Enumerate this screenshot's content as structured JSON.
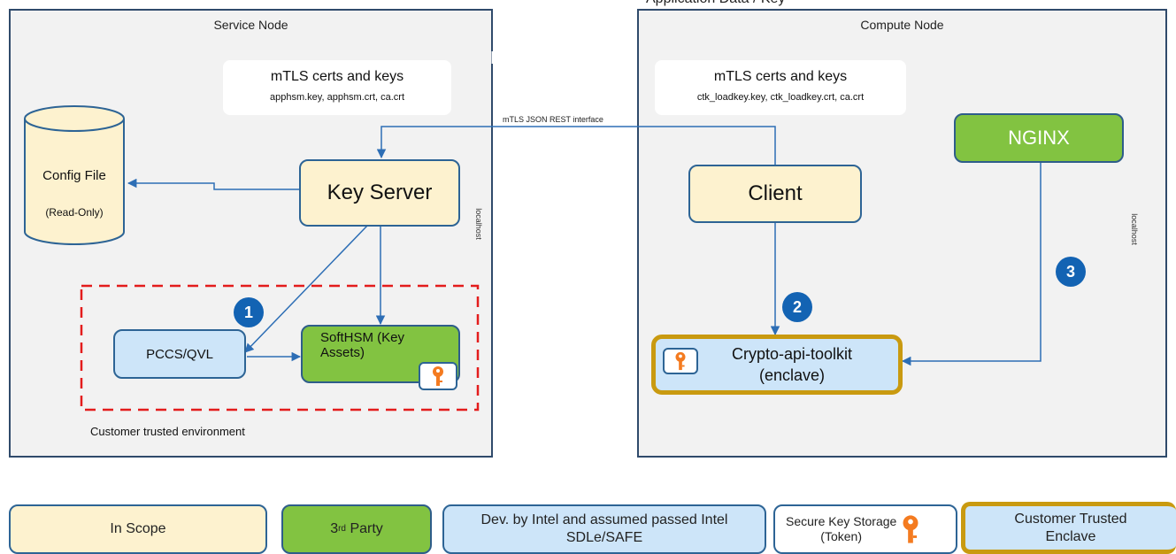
{
  "header": {
    "partial_text": "Application Data / Key"
  },
  "service_node": {
    "title": "Service Node",
    "mtls": {
      "title": "mTLS certs and keys",
      "files": "apphsm.key, apphsm.crt, ca.crt"
    },
    "config_file": {
      "label": "Config File",
      "sub": "(Read-Only)"
    },
    "key_server": "Key Server",
    "localhost": "localhost",
    "pccs": "PCCS/QVL",
    "softhsm": "SoftHSM (Key Assets)",
    "badge": "1",
    "trusted_env": "Customer trusted environment"
  },
  "interface_label": "mTLS JSON REST interface",
  "compute_node": {
    "title": "Compute Node",
    "mtls": {
      "title": "mTLS certs and keys",
      "files": "ctk_loadkey.key, ctk_loadkey.crt, ca.crt"
    },
    "nginx": "NGINX",
    "client": "Client",
    "localhost": "localhost",
    "badge2": "2",
    "badge3": "3",
    "toolkit_line1": "Crypto-api-toolkit",
    "toolkit_line2": "(enclave)"
  },
  "legend": {
    "in_scope": "In Scope",
    "third_party_main": "3",
    "third_party_sup": "rd",
    "third_party_rest": " Party",
    "intel_line1": "Dev. by Intel and assumed passed Intel",
    "intel_line2": "SDLe/SAFE",
    "secure_line1": "Secure Key Storage",
    "secure_line2": "(Token)",
    "enclave_line1": "Customer Trusted",
    "enclave_line2": "Enclave"
  },
  "colors": {
    "cream": "#fdf2cf",
    "green": "#82c341",
    "blue": "#cde5f9",
    "badge": "#1363b3",
    "gold": "#c99a10",
    "key_icon": "#f47b20",
    "dashed": "#e31c1c"
  }
}
